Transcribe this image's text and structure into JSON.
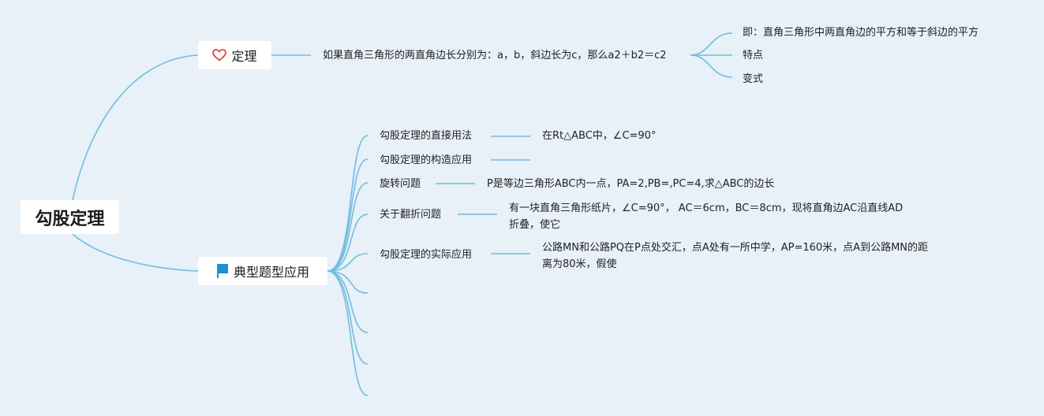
{
  "root": {
    "label": "勾股定理"
  },
  "theorem": {
    "label": "定理",
    "icon": "heart-icon",
    "statement": "如果直角三角形的两直角边长分别为：a，b，斜边长为c，那么a2＋b2＝c2",
    "children": [
      "即：直角三角形中两直角边的平方和等于斜边的平方",
      "特点",
      "变式"
    ]
  },
  "applications": {
    "label": "典型题型应用",
    "icon": "flag-icon",
    "items": [
      {
        "label": "勾股定理的直接用法",
        "detail": "在Rt△ABC中，∠C=90°"
      },
      {
        "label": "勾股定理的构造应用",
        "detail": ""
      },
      {
        "label": "旋转问题",
        "detail": "P是等边三角形ABC内一点，PA=2,PB=,PC=4,求△ABC的边长"
      },
      {
        "label": "关于翻折问题",
        "detail": "有一块直角三角形纸片，∠C=90°， AC＝6cm，BC＝8cm，现将直角边AC沿直线AD折叠，使它"
      },
      {
        "label": "勾股定理的实际应用",
        "detail": "公路MN和公路PQ在P点处交汇，点A处有一所中学，AP=160米，点A到公路MN的距离为80米，假使"
      }
    ]
  },
  "colors": {
    "line": "#6fbde0",
    "background": "#e8f0f8",
    "heart": "#e04b3f",
    "flag": "#1e8fd6"
  }
}
